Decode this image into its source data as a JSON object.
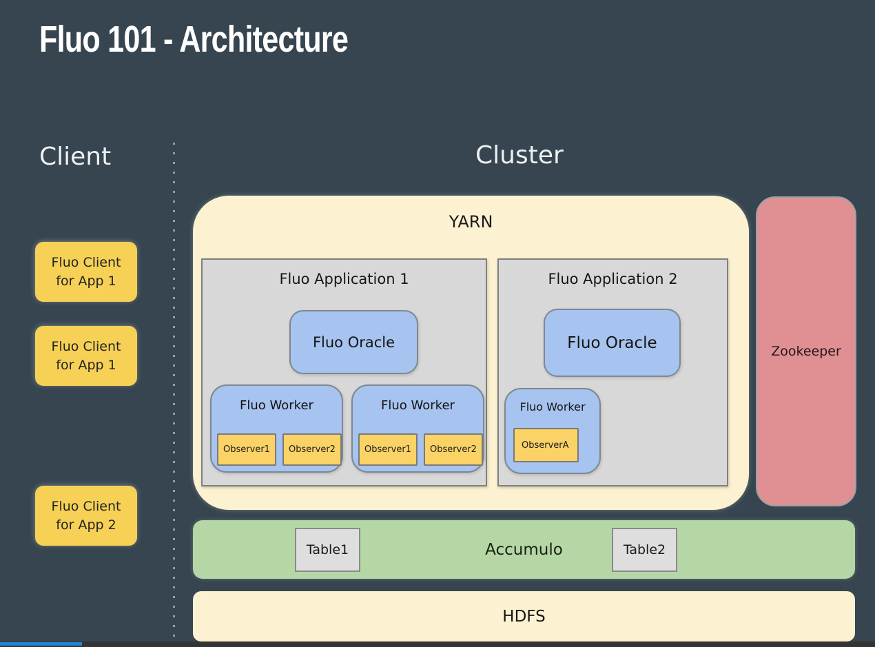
{
  "title": "Fluo 101 - Architecture",
  "client": {
    "label": "Client",
    "boxes": [
      {
        "line1": "Fluo Client",
        "line2": "for App 1"
      },
      {
        "line1": "Fluo Client",
        "line2": "for App 1"
      },
      {
        "line1": "Fluo Client",
        "line2": "for App 2"
      }
    ]
  },
  "cluster": {
    "label": "Cluster",
    "yarn": {
      "label": "YARN",
      "applications": [
        {
          "label": "Fluo Application 1",
          "oracle": "Fluo Oracle",
          "workers": [
            {
              "label": "Fluo Worker",
              "observers": [
                "Observer1",
                "Observer2"
              ]
            },
            {
              "label": "Fluo Worker",
              "observers": [
                "Observer1",
                "Observer2"
              ]
            }
          ]
        },
        {
          "label": "Fluo Application 2",
          "oracle": "Fluo Oracle",
          "workers": [
            {
              "label": "Fluo Worker",
              "observers": [
                "ObserverA"
              ]
            }
          ]
        }
      ]
    },
    "zookeeper": "Zookeeper",
    "accumulo": {
      "label": "Accumulo",
      "tables": [
        "Table1",
        "Table2"
      ]
    },
    "hdfs": "HDFS"
  },
  "colors": {
    "background": "#36454f",
    "client_box": "#f6d156",
    "yarn": "#fcf2d1",
    "application_box": "#d8d8d8",
    "oracle_worker_blue": "#a7c3ef",
    "observer_yellow": "#fbd265",
    "zookeeper_pink": "#e09092",
    "accumulo_green": "#b5d7a6",
    "hdfs_cream": "#fcf2d1",
    "progress_blue": "#1e87d3"
  }
}
